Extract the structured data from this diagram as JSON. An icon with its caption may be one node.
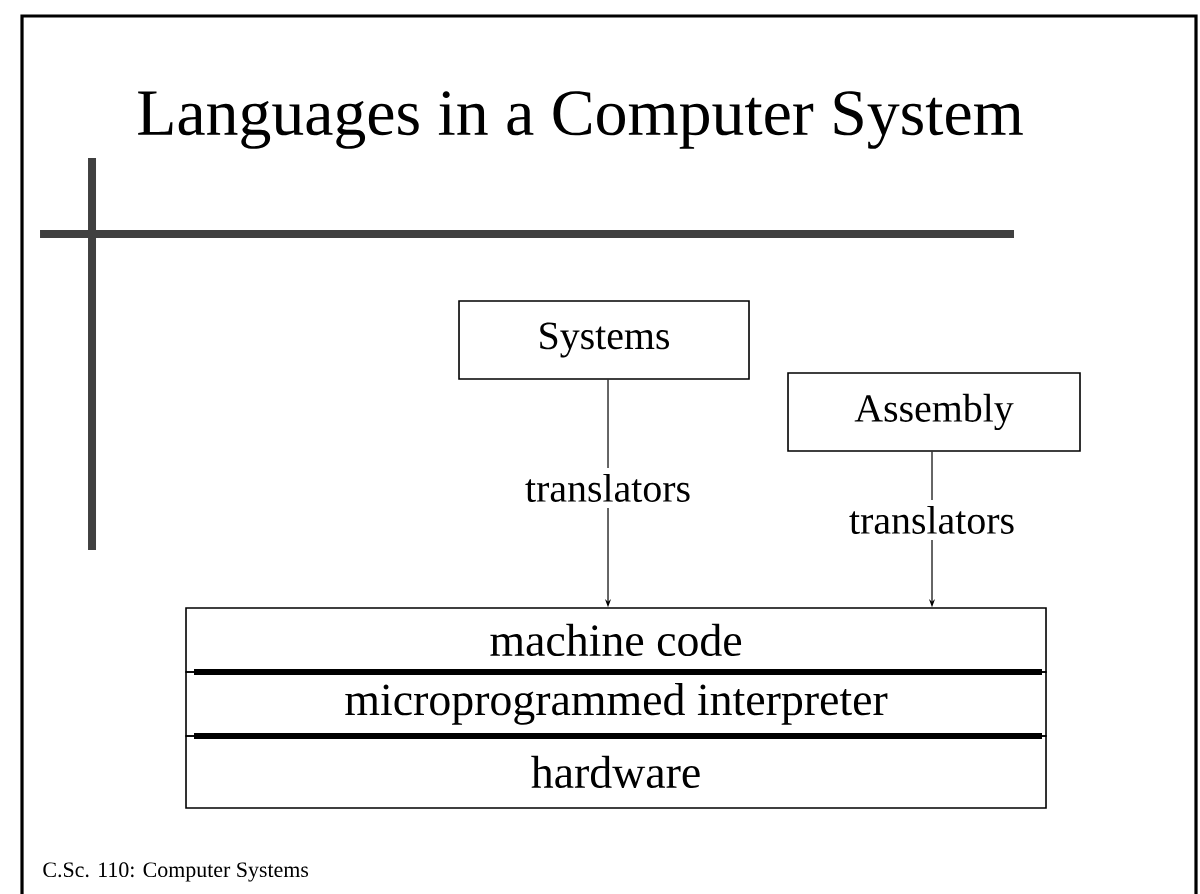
{
  "diagram": {
    "title": "Languages in a Computer System",
    "nodes": [
      {
        "text": [
          "Systems"
        ]
      },
      {
        "text": [
          "Assembly"
        ]
      },
      {
        "text": [
          "machine code"
        ]
      },
      {
        "text": [
          "microprogrammed interpreter"
        ]
      },
      {
        "text": [
          "hardware"
        ]
      }
    ],
    "edges": [
      {
        "from": 0,
        "to": 2,
        "arrow": "to",
        "label": "translators"
      },
      {
        "from": 1,
        "to": 2,
        "arrow": "to",
        "label": "translators"
      }
    ],
    "labels": [
      "C.Sc. 110: Computer Systems"
    ]
  }
}
